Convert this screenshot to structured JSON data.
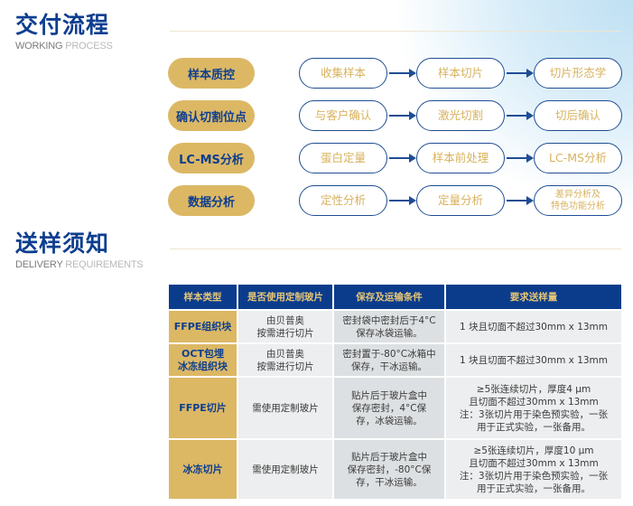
{
  "process_section": {
    "title": "交付流程",
    "subtitle_dark": "WORKING",
    "subtitle_light": "PROCESS",
    "rows": [
      {
        "stage": "样本质控",
        "steps": [
          "收集样本",
          "样本切片",
          "切片形态学"
        ]
      },
      {
        "stage": "确认切割位点",
        "steps": [
          "与客户确认",
          "激光切割",
          "切后确认"
        ]
      },
      {
        "stage": "LC-MS分析",
        "steps": [
          "蛋白定量",
          "样本前处理",
          "LC-MS分析"
        ]
      },
      {
        "stage": "数据分析",
        "steps": [
          "定性分析",
          "定量分析",
          "差异分析及\n特色功能分析"
        ]
      }
    ]
  },
  "delivery_section": {
    "title": "送样须知",
    "subtitle_dark": "DELIVERY",
    "subtitle_light": "REQUIREMENTS",
    "table": {
      "headers": [
        "样本类型",
        "是否使用定制玻片",
        "保存及运输条件",
        "要求送样量"
      ],
      "rows": [
        {
          "type": [
            "FFPE组织块"
          ],
          "slide": [
            "由贝普奥",
            "按需进行切片"
          ],
          "storage": [
            "密封袋中密封后于4°C",
            "保存冰袋运输。"
          ],
          "amount": [
            "1 块且切面不超过30mm x 13mm"
          ]
        },
        {
          "type": [
            "OCT包埋",
            "冰冻组织块"
          ],
          "slide": [
            "由贝普奥",
            "按需进行切片"
          ],
          "storage": [
            "密封置于-80°C冰箱中",
            "保存，干冰运输。"
          ],
          "amount": [
            "1 块且切面不超过30mm x 13mm"
          ]
        },
        {
          "type": [
            "FFPE切片"
          ],
          "slide": [
            "需使用定制玻片"
          ],
          "storage": [
            "贴片后于玻片盒中",
            "保存密封，4°C保",
            "存，冰袋运输。"
          ],
          "amount": [
            "≥5张连续切片，厚度4 μm",
            "且切面不超过30mm x 13mm",
            "注：3张切片用于染色预实验，一张",
            "用于正式实验，一张备用。"
          ]
        },
        {
          "type": [
            "冰冻切片"
          ],
          "slide": [
            "需使用定制玻片"
          ],
          "storage": [
            "贴片后于玻片盒中",
            "保存密封，-80°C保",
            "存，干冰运输。"
          ],
          "amount": [
            "≥5张连续切片，厚度10 μm",
            "且切面不超过30mm x 13mm",
            "注：3张切片用于染色预实验，一张",
            "用于正式实验，一张备用。"
          ]
        }
      ]
    }
  },
  "colors": {
    "brand_blue": "#0d3e8f",
    "gold": "#dcb865",
    "header_blue": "#0b3c8c",
    "header_text_gold": "#e6c676"
  }
}
